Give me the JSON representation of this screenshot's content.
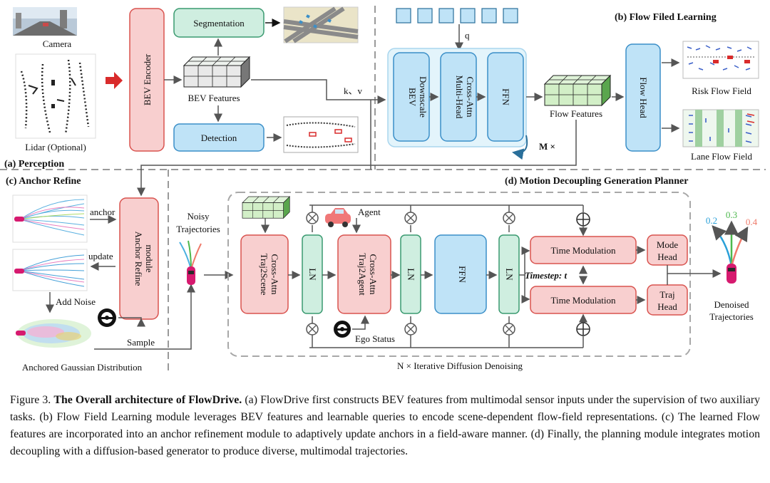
{
  "sections": {
    "a": "(a) Perception",
    "b": "(b) Flow Filed Learning",
    "c": "(c) Anchor Refine",
    "d": "(d) Motion Decoupling Generation Planner"
  },
  "perception": {
    "camera": "Camera",
    "lidar": "Lidar (Optional)",
    "encoder": "BEV Encoder",
    "segmentation": "Segmentation",
    "bev_features": "BEV Features",
    "detection": "Detection",
    "kv": "k、v"
  },
  "flow": {
    "q": "q",
    "downscale_1": "BEV",
    "downscale_2": "Downscale",
    "cross_1": "Multi-Head",
    "cross_2": "Cross-Attn",
    "ffn": "FFN",
    "repeat": "M ×",
    "flow_features": "Flow Features",
    "flow_head": "Flow Head",
    "risk": "Risk Flow Field",
    "lane": "Lane Flow Field"
  },
  "anchor": {
    "anchor": "anchor",
    "update": "update",
    "add_noise": "Add Noise",
    "sample": "Sample",
    "module_1": "Anchor Refine",
    "module_2": "module",
    "gaussian": "Anchored Gaussian Distribution"
  },
  "planner": {
    "noisy_1": "Noisy",
    "noisy_2": "Trajectories",
    "traj2scene_1": "Traj2Scene",
    "traj2scene_2": "Cross-Attn",
    "ln": "LN",
    "agent": "Agent",
    "traj2agent_1": "Traj2Agent",
    "traj2agent_2": "Cross-Attn",
    "ffn": "FFN",
    "ego": "Ego Status",
    "time_mod": "Time Modulation",
    "timestep": "Timestep: t",
    "mode_head_1": "Mode",
    "mode_head_2": "Head",
    "traj_head_1": "Traj",
    "traj_head_2": "Head",
    "denoised_1": "Denoised",
    "denoised_2": "Trajectories",
    "iter": "N × Iterative Diffusion Denoising",
    "score_1": "0.2",
    "score_2": "0.3",
    "score_3": "0.4"
  },
  "caption": {
    "prefix": "Figure 3.",
    "title": "The Overall architecture of FlowDrive.",
    "body": "(a) FlowDrive first constructs BEV features from multimodal sensor inputs under the supervision of two auxiliary tasks. (b) Flow Field Learning module leverages BEV features and learnable queries to encode scene-dependent flow-field representations. (c) The learned Flow features are incorporated into an anchor refinement module to adaptively update anchors in a field-aware manner. (d) Finally, the planning module integrates motion decoupling with a diffusion-based generator to produce diverse, multimodal trajectories."
  },
  "colors": {
    "pink_fill": "#f8cfcf",
    "pink_stroke": "#d9534f",
    "green_fill": "#cfeee0",
    "green_stroke": "#3a9a70",
    "blue_fill": "#bfe3f7",
    "blue_stroke": "#3b8fc8",
    "score_1": "#2aa0d8",
    "score_2": "#4db84d",
    "score_3": "#ef7a6a"
  }
}
